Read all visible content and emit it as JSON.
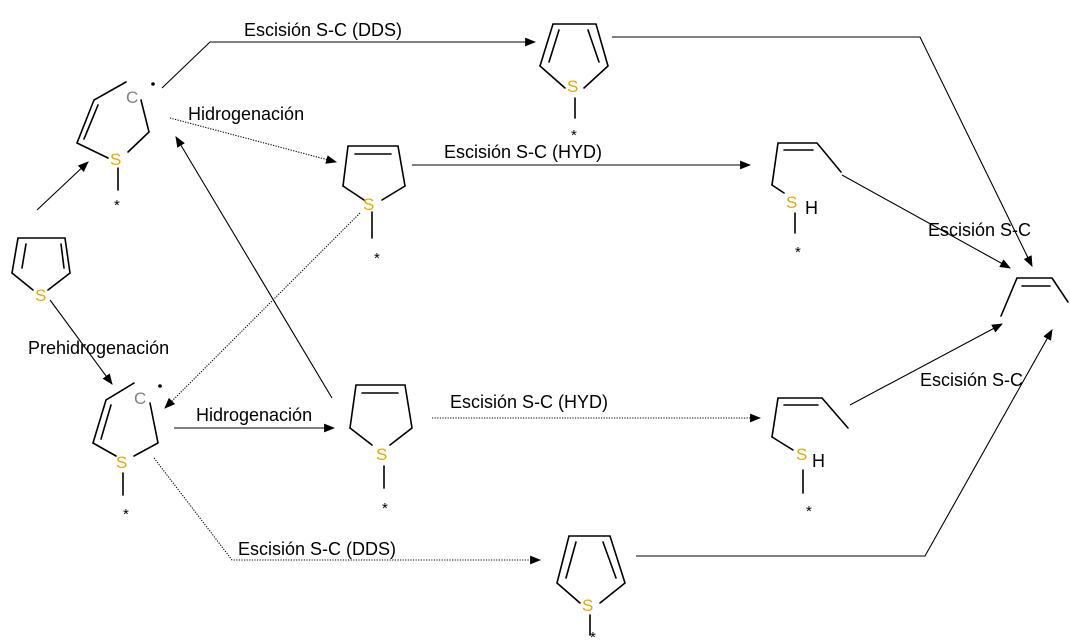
{
  "atoms": {
    "sulfur": "S",
    "carbon": "C",
    "hydrogen": "H",
    "site": "*"
  },
  "colors": {
    "sulfur": "#e8a800",
    "carbon": "#808080",
    "line": "#000000"
  },
  "labels": {
    "dds_top": "Escisión S-C (DDS)",
    "hydrogenation_top": "Hidrogenación",
    "hyd_top": "Escisión S-C (HYD)",
    "sc_right_top": "Escisión S-C",
    "prehydrogenation": "Prehidrogenación",
    "hydrogenation_bottom": "Hidrogenación",
    "hyd_bottom": "Escisión S-C (HYD)",
    "sc_right_bottom": "Escisión S-C",
    "dds_bottom": "Escisión S-C (DDS)"
  }
}
